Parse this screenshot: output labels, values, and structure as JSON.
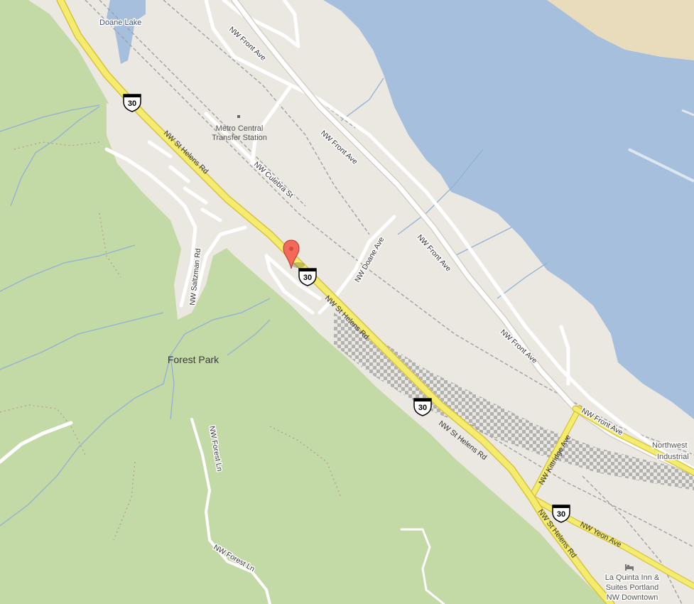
{
  "map": {
    "colors": {
      "land": "#ebe8e2",
      "park": "#c3d9a6",
      "water": "#a5bfdd",
      "sand": "#e8dcbc",
      "highway": "#f3ec6f",
      "highway_outline": "#d8c23c",
      "road": "#ffffff",
      "rail": "#9a9a9a",
      "stream": "#93b0d6",
      "trail": "#b89a86",
      "marker": "#f46a5a"
    },
    "labels": {
      "doane_lake": "Doane Lake",
      "metro_central": "Metro Central",
      "transfer_station": "Transfer Station",
      "forest_park": "Forest Park",
      "nw_front_ave_1": "NW Front Ave",
      "nw_front_ave_2": "NW Front Ave",
      "nw_front_ave_3": "NW Front Ave",
      "nw_front_ave_4": "NW Front Ave",
      "nw_front_ave_5": "NW Front Ave",
      "nw_st_helens_rd_1": "NW St Helens Rd",
      "nw_st_helens_rd_2": "NW St Helens Rd",
      "nw_st_helens_rd_3": "NW St Helens Rd",
      "nw_st_helens_rd_4": "NW St Helens Rd",
      "nw_culebra_st": "NW Culebra St",
      "nw_doane_ave": "NW Doane Ave",
      "nw_saltzman_rd": "NW Saltzman Rd",
      "nw_forest_ln_1": "NW Forest Ln",
      "nw_forest_ln_2": "NW Forest Ln",
      "nw_kittridge_ave": "NW Kittridge Ave",
      "nw_yeon_ave": "NW Yeon Ave",
      "northwest_industrial_1": "Northwest",
      "northwest_industrial_2": "Industrial",
      "hotel_line1": "La Quinta Inn &",
      "hotel_line2": "Suites Portland",
      "hotel_line3": "NW Downtown"
    },
    "shields": {
      "us30_1": "30",
      "us30_2": "30",
      "us30_3": "30",
      "us30_4": "30"
    },
    "icons": {
      "marker": "map-pin-icon",
      "hotel": "bed-icon",
      "poi": "square-dot-icon"
    }
  }
}
